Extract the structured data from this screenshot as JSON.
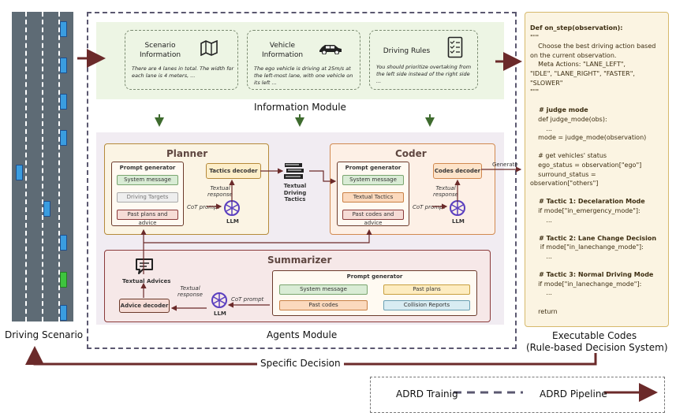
{
  "driving_scenario": {
    "label": "Driving Scenario"
  },
  "information_module": {
    "label": "Information Module",
    "cards": [
      {
        "title": "Scenario\nInformation",
        "icon": "map-icon",
        "body": "There are 4 lanes in total. The width for each lane is 4 meters, ..."
      },
      {
        "title": "Vehicle\nInformation",
        "icon": "car-icon",
        "body": "The ego vehicle is driving at 25m/s at the left-most lane, with one vehicle on its left ..."
      },
      {
        "title": "Driving Rules",
        "icon": "checklist-icon",
        "body": "You should prioritize overtaking from the left side instead of the right side ..."
      }
    ]
  },
  "agents_module": {
    "label": "Agents Module"
  },
  "planner": {
    "title": "Planner",
    "prompt_generator": "Prompt generator",
    "items": [
      "System message",
      "Driving Targets",
      "Past plans and advice"
    ],
    "tactics_decoder": "Tactics decoder",
    "textual_response": "Textual\nresponse",
    "cot_prompt": "CoT prompt",
    "llm": "LLM"
  },
  "tactics": {
    "label": "Textual\nDriving\nTactics"
  },
  "coder": {
    "title": "Coder",
    "prompt_generator": "Prompt generator",
    "items": [
      "System message",
      "Textual Tactics",
      "Past codes and advice"
    ],
    "codes_decoder": "Codes decoder",
    "textual_response": "Textual\nresponse",
    "cot_prompt": "CoT prompt",
    "llm": "LLM",
    "generate": "Generate"
  },
  "summarizer": {
    "title": "Summarizer",
    "prompt_generator": "Prompt generator",
    "items": [
      "System message",
      "Past plans",
      "Past codes",
      "Collision Reports"
    ],
    "advice_decoder": "Advice decoder",
    "textual_advices": "Textual Advices",
    "textual_response": "Textual\nresponse",
    "cot_prompt": "CoT prompt",
    "llm": "LLM"
  },
  "code_panel": {
    "lines": [
      {
        "t": "Def on_step(observation):",
        "b": true
      },
      {
        "t": "\"\"\"",
        "b": false
      },
      {
        "t": "    Choose the best driving action based",
        "b": false
      },
      {
        "t": "on the current observation.",
        "b": false
      },
      {
        "t": "    Meta Actions: \"LANE_LEFT\",",
        "b": false
      },
      {
        "t": "\"IDLE\", \"LANE_RIGHT\", \"FASTER\",",
        "b": false
      },
      {
        "t": "\"SLOWER\"",
        "b": false
      },
      {
        "t": "\"\"\"",
        "b": false
      },
      {
        "t": "",
        "b": false
      },
      {
        "t": "    # judge mode",
        "b": true
      },
      {
        "t": "    def judge_mode(obs):",
        "b": false
      },
      {
        "t": "        ...",
        "b": false
      },
      {
        "t": "    mode = judge_mode(observation)",
        "b": false
      },
      {
        "t": "",
        "b": false
      },
      {
        "t": "    # get vehicles' status",
        "b": false
      },
      {
        "t": "    ego_status = observation[\"ego\"]",
        "b": false
      },
      {
        "t": "    surround_status =",
        "b": false
      },
      {
        "t": "observation[\"others\"]",
        "b": false
      },
      {
        "t": "",
        "b": false
      },
      {
        "t": "    # Tactic 1: Decelaration Mode",
        "b": true
      },
      {
        "t": "    if mode[\"in_emergency_mode\"]:",
        "b": false
      },
      {
        "t": "        ...",
        "b": false
      },
      {
        "t": "",
        "b": false
      },
      {
        "t": "    # Tactic 2: Lane Change Decision",
        "b": true
      },
      {
        "t": "     if mode[\"in_lanechange_mode\"]:",
        "b": false
      },
      {
        "t": "        ...",
        "b": false
      },
      {
        "t": "",
        "b": false
      },
      {
        "t": "    # Tactic 3: Normal Driving Mode",
        "b": true
      },
      {
        "t": "    if mode[\"in_lanechange_mode\"]:",
        "b": false
      },
      {
        "t": "        ...",
        "b": false
      },
      {
        "t": "",
        "b": false
      },
      {
        "t": "    return",
        "b": false
      }
    ]
  },
  "executable_codes": {
    "label_1": "Executable Codes",
    "label_2": "(Rule-based Decision System)"
  },
  "specific_decision": {
    "label": "Specific Decision"
  },
  "legend": {
    "training": "ADRD Trainig",
    "pipeline": "ADRD Pipeline"
  },
  "colors": {
    "pipeline_arrow": "#6b2a2a",
    "training_dash": "#5b5870",
    "info_bg": "#edf5e4",
    "agents_bg": "#f1ecf2",
    "code_bg": "#fbf4e2"
  }
}
